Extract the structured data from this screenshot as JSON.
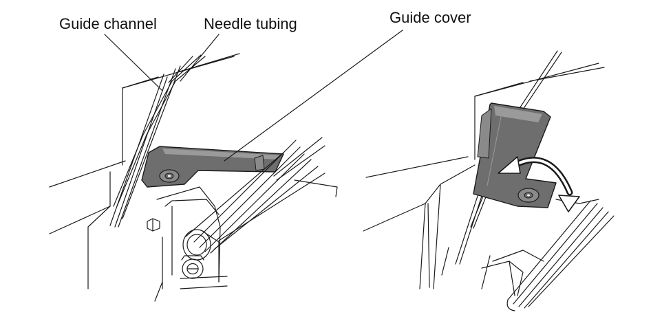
{
  "callouts": {
    "guide_channel": "Guide channel",
    "needle_tubing": "Needle tubing",
    "guide_cover": "Guide cover"
  },
  "colors": {
    "line": "#1a1a1a",
    "cover_fill": "#6e6e6e",
    "cover_light": "#9a9a9a",
    "background": "#ffffff"
  },
  "icons": {
    "rotation_arrow": "double-headed-curved-arrow-icon",
    "screw": "screw-icon"
  }
}
